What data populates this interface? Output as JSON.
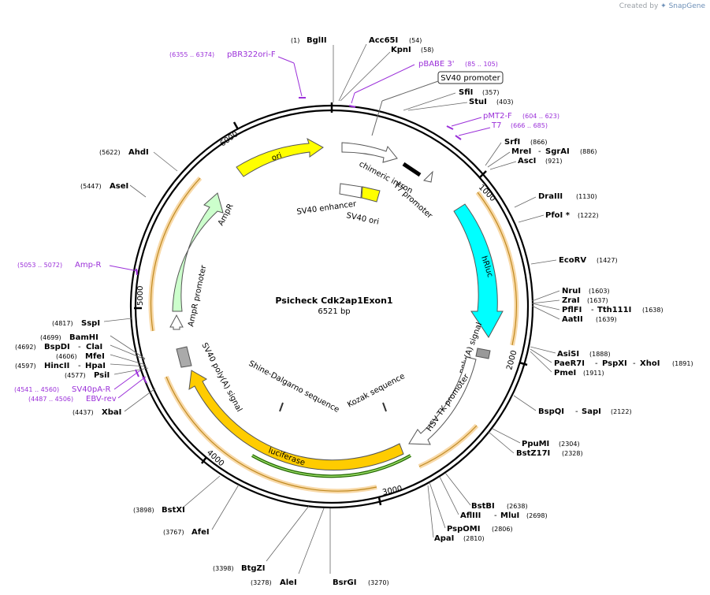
{
  "credit": {
    "prefix": "Created by",
    "brand": "SnapGene"
  },
  "plasmid": {
    "name": "Psicheck Cdk2ap1Exon1",
    "length_label": "6521 bp",
    "total_bp": 6521
  },
  "ticks": [
    {
      "bp": 1000,
      "label": "1000"
    },
    {
      "bp": 2000,
      "label": "2000"
    },
    {
      "bp": 3000,
      "label": "3000"
    },
    {
      "bp": 4000,
      "label": "4000"
    },
    {
      "bp": 5000,
      "label": "5000"
    },
    {
      "bp": 6000,
      "label": "6000"
    }
  ],
  "features": [
    {
      "label": "ori",
      "color": "#ffff00"
    },
    {
      "label": "AmpR",
      "color": "#ccffcc"
    },
    {
      "label": "AmpR promoter",
      "color": "#ffffff"
    },
    {
      "label": "chimeric intron",
      "color": "#ffffff"
    },
    {
      "label": "T7 promoter",
      "color": "#ffffff"
    },
    {
      "label": "SV40 enhancer",
      "color": "#ffffff"
    },
    {
      "label": "SV40 ori",
      "color": "#ffff00"
    },
    {
      "label": "hRluc",
      "color": "#00ffff"
    },
    {
      "label": "poly(A) signal",
      "color": "#999999"
    },
    {
      "label": "HSV TK promoter",
      "color": "#ffffff"
    },
    {
      "label": "luciferase",
      "color": "#ffcc00"
    },
    {
      "label": "SV40 poly(A) signal",
      "color": "#999999"
    },
    {
      "label": "Shine-Dalgarno sequence",
      "color": "#333333"
    },
    {
      "label": "Kozak sequence",
      "color": "#333333"
    }
  ],
  "sites": [
    {
      "name": "BglII",
      "pos": "(1)"
    },
    {
      "name": "Acc65I",
      "pos": "(54)"
    },
    {
      "name": "KpnI",
      "pos": "(58)"
    },
    {
      "name": "SfiI",
      "pos": "(357)"
    },
    {
      "name": "StuI",
      "pos": "(403)"
    },
    {
      "name": "SrfI",
      "pos": "(866)"
    },
    {
      "name": "MreI",
      "name2": "SgrAI",
      "pos": "(886)"
    },
    {
      "name": "AscI",
      "pos": "(921)"
    },
    {
      "name": "DraIII",
      "pos": "(1130)"
    },
    {
      "name": "PfoI *",
      "pos": "(1222)"
    },
    {
      "name": "EcoRV",
      "pos": "(1427)"
    },
    {
      "name": "NruI",
      "pos": "(1603)"
    },
    {
      "name": "ZraI",
      "pos": "(1637)"
    },
    {
      "name": "PflFI",
      "name2": "Tth111I",
      "pos": "(1638)"
    },
    {
      "name": "AatII",
      "pos": "(1639)"
    },
    {
      "name": "AsiSI",
      "pos": "(1888)"
    },
    {
      "name": "PaeR7I",
      "name2": "PspXI",
      "name3": "XhoI",
      "pos": "(1891)"
    },
    {
      "name": "PmeI",
      "pos": "(1911)"
    },
    {
      "name": "BspQI",
      "name2": "SapI",
      "pos": "(2122)"
    },
    {
      "name": "PpuMI",
      "pos": "(2304)"
    },
    {
      "name": "BstZ17I",
      "pos": "(2328)"
    },
    {
      "name": "BstBI",
      "pos": "(2638)"
    },
    {
      "name": "AflIII",
      "name2": "MluI",
      "pos": "(2698)"
    },
    {
      "name": "PspOMI",
      "pos": "(2806)"
    },
    {
      "name": "ApaI",
      "pos": "(2810)"
    },
    {
      "name": "BsrGI",
      "pos": "(3270)"
    },
    {
      "name": "AleI",
      "pos": "(3278)"
    },
    {
      "name": "BtgZI",
      "pos": "(3398)"
    },
    {
      "name": "AfeI",
      "pos": "(3767)"
    },
    {
      "name": "BstXI",
      "pos": "(3898)"
    },
    {
      "name": "XbaI",
      "pos": "(4437)"
    },
    {
      "name": "PsiI",
      "pos": "(4577)"
    },
    {
      "name": "HincII",
      "name2": "HpaI",
      "pos": "(4597)"
    },
    {
      "name": "MfeI",
      "pos": "(4606)"
    },
    {
      "name": "BspDI",
      "name2": "ClaI",
      "pos": "(4692)"
    },
    {
      "name": "BamHI",
      "pos": "(4699)"
    },
    {
      "name": "SspI",
      "pos": "(4817)"
    },
    {
      "name": "AseI",
      "pos": "(5447)"
    },
    {
      "name": "AhdI",
      "pos": "(5622)"
    }
  ],
  "primers": [
    {
      "name": "pBR322ori-F",
      "range": "(6355 .. 6374)"
    },
    {
      "name": "pBABE 3'",
      "range": "(85 .. 105)"
    },
    {
      "name": "pMT2-F",
      "range": "(604 .. 623)"
    },
    {
      "name": "T7",
      "range": "(666 .. 685)"
    },
    {
      "name": "Amp-R",
      "range": "(5053 .. 5072)"
    },
    {
      "name": "SV40pA-R",
      "range": "(4541 .. 4560)"
    },
    {
      "name": "EBV-rev",
      "range": "(4487 .. 4506)"
    }
  ],
  "boxed_label": "SV40 promoter",
  "colors": {
    "site": "#000000",
    "primer": "#9b30d9",
    "backbone": "#000000",
    "orf_halo": "#f5c27a",
    "orf_line": "#b8860b"
  }
}
